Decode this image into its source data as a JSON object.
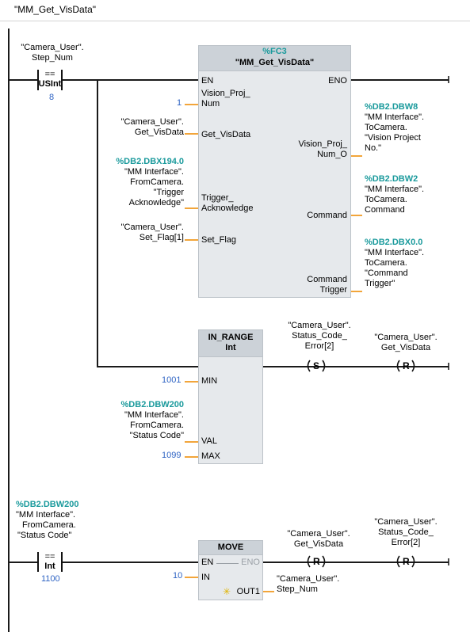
{
  "title": "\"MM_Get_VisData\"",
  "rung1": {
    "contact_operand": [
      "\"Camera_User\".",
      "Step_Num"
    ],
    "contact_cmp": "==",
    "contact_type": "USInt",
    "contact_value": "8",
    "block_address": "%FC3",
    "block_name": "\"MM_Get_VisData\"",
    "pin_en": "EN",
    "pin_eno": "ENO",
    "pin_vision_proj_num": [
      "Vision_Proj_",
      "Num"
    ],
    "val_vision_proj_num": "1",
    "pin_get_visdata": "Get_VisData",
    "op_get_visdata": [
      "\"Camera_User\".",
      "Get_VisData"
    ],
    "pin_trigger_ack": [
      "Trigger_",
      "Acknowledge"
    ],
    "addr_trigger_ack": "%DB2.DBX194.0",
    "op_trigger_ack": [
      "\"MM Interface\".",
      "FromCamera.",
      "\"Trigger",
      "Acknowledge\""
    ],
    "pin_set_flag": "Set_Flag",
    "op_set_flag": [
      "\"Camera_User\".",
      "Set_Flag[1]"
    ],
    "pin_vision_proj_num_o": [
      "Vision_Proj_",
      "Num_O"
    ],
    "addr_vision_out": "%DB2.DBW8",
    "op_vision_out": [
      "\"MM Interface\".",
      "ToCamera.",
      "\"Vision Project",
      "No.\""
    ],
    "pin_command": "Command",
    "addr_command": "%DB2.DBW2",
    "op_command": [
      "\"MM Interface\".",
      "ToCamera.",
      "Command"
    ],
    "pin_command_trigger": [
      "Command",
      "Trigger"
    ],
    "addr_command_trigger": "%DB2.DBX0.0",
    "op_command_trigger": [
      "\"MM Interface\".",
      "ToCamera.",
      "\"Command",
      "Trigger\""
    ]
  },
  "rung2": {
    "block_name": "IN_RANGE",
    "block_type": "Int",
    "pin_min": "MIN",
    "val_min": "1001",
    "pin_val": "VAL",
    "addr_val": "%DB2.DBW200",
    "op_val": [
      "\"MM Interface\".",
      "FromCamera.",
      "\"Status Code\""
    ],
    "pin_max": "MAX",
    "val_max": "1099",
    "coil1_op": [
      "\"Camera_User\".",
      "Status_Code_",
      "Error[2]"
    ],
    "coil1_type": "S",
    "coil2_op": [
      "\"Camera_User\".",
      "Get_VisData"
    ],
    "coil2_type": "R"
  },
  "rung3": {
    "contact_addr": "%DB2.DBW200",
    "contact_operand": [
      "\"MM Interface\".",
      "FromCamera.",
      "\"Status Code\""
    ],
    "contact_cmp": "==",
    "contact_type": "Int",
    "contact_value": "1100",
    "block_name": "MOVE",
    "pin_en": "EN",
    "pin_eno": "ENO",
    "pin_in": "IN",
    "val_in": "10",
    "pin_out1": "OUT1",
    "op_out1": [
      "\"Camera_User\".",
      "Step_Num"
    ],
    "coil1_op": [
      "\"Camera_User\".",
      "Get_VisData"
    ],
    "coil1_type": "R",
    "coil2_op": [
      "\"Camera_User\".",
      "Status_Code_",
      "Error[2]"
    ],
    "coil2_type": "R"
  }
}
